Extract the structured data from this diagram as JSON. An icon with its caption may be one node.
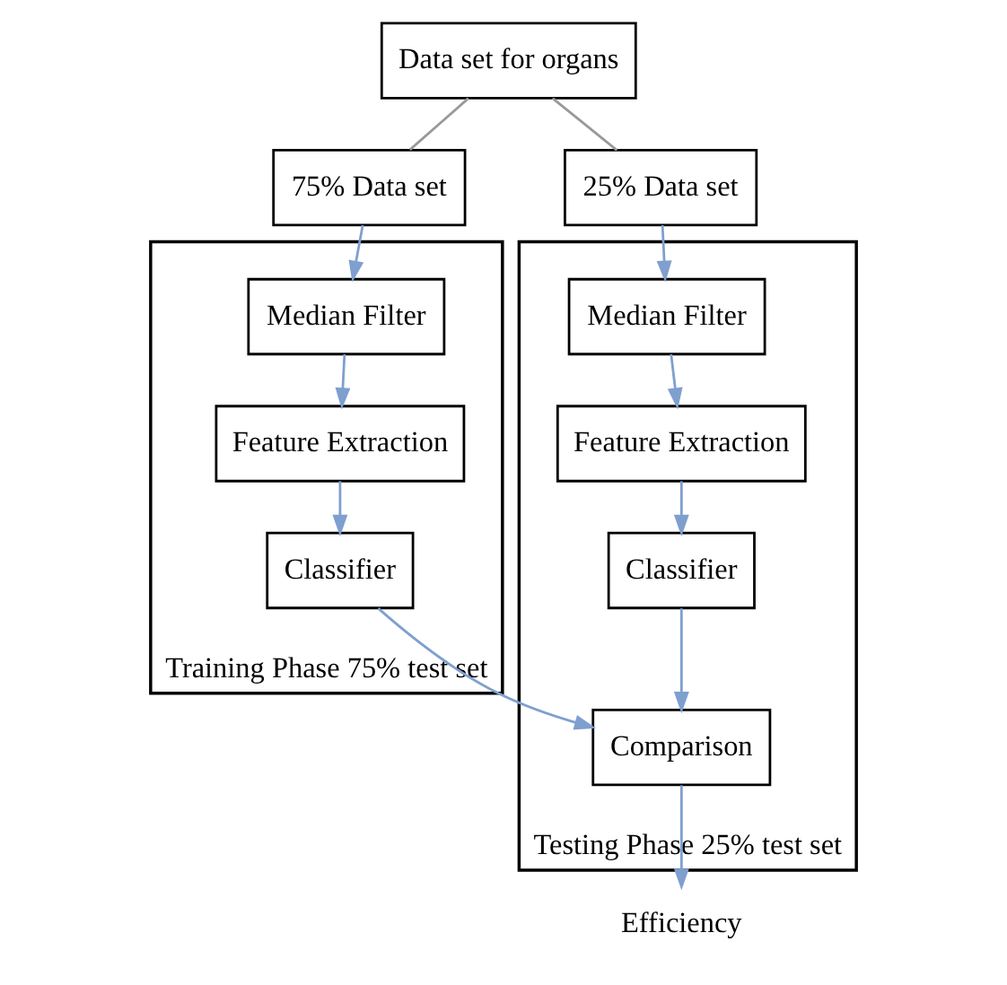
{
  "diagram": {
    "nodes": [
      {
        "text": [
          "Data set for organs"
        ]
      },
      {
        "text": [
          "75% Data set"
        ]
      },
      {
        "text": [
          "25% Data set"
        ]
      },
      {
        "text": [
          "Training Phase 75% test set"
        ]
      },
      {
        "text": [
          "Median Filter"
        ],
        "in": 3
      },
      {
        "text": [
          "Feature Extraction"
        ],
        "in": 3
      },
      {
        "text": [
          "Classifier"
        ],
        "in": 3
      },
      {
        "text": [
          "Testing Phase 25% test set"
        ]
      },
      {
        "text": [
          "Median Filter"
        ],
        "in": 7
      },
      {
        "text": [
          "Feature Extraction"
        ],
        "in": 7
      },
      {
        "text": [
          "Classifier"
        ],
        "in": 7
      },
      {
        "text": [
          "Comparison"
        ],
        "in": 7
      },
      {
        "text": [
          "Efficiency"
        ]
      }
    ],
    "edges": [
      {
        "from": 0,
        "to": 1,
        "arrow": "none",
        "color": "#999999"
      },
      {
        "from": 0,
        "to": 2,
        "arrow": "none",
        "color": "#999999"
      },
      {
        "from": 1,
        "to": 4,
        "arrow": "to"
      },
      {
        "from": 2,
        "to": 8,
        "arrow": "to"
      },
      {
        "from": 4,
        "to": 5,
        "arrow": "to"
      },
      {
        "from": 5,
        "to": 6,
        "arrow": "to"
      },
      {
        "from": 8,
        "to": 9,
        "arrow": "to"
      },
      {
        "from": 9,
        "to": 10,
        "arrow": "to"
      },
      {
        "from": 10,
        "to": 11,
        "arrow": "to"
      },
      {
        "from": 6,
        "to": 11,
        "arrow": "to"
      },
      {
        "from": 11,
        "to": 12,
        "arrow": "to"
      }
    ]
  }
}
